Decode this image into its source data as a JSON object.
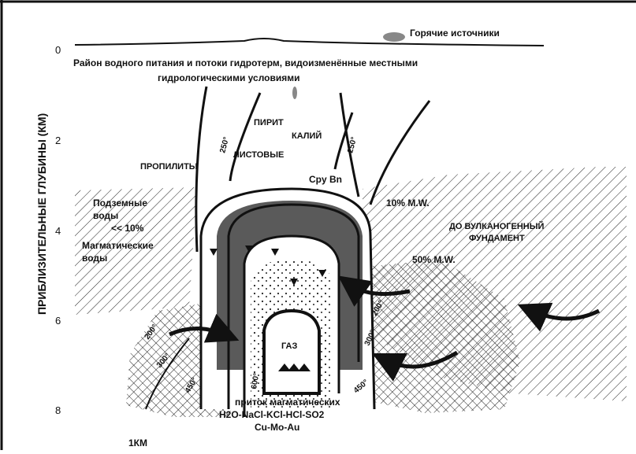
{
  "colors": {
    "ink": "#111111",
    "dark_fill": "#5a5a5a",
    "hatch": "#222222"
  },
  "axis": {
    "title": "ПРИБЛИЗИТЕЛЬНЫЕ ГЛУБИНЫ (КМ)",
    "ticks": [
      "0",
      "2",
      "4",
      "6",
      "8"
    ],
    "scale_label": "1КМ"
  },
  "labels": {
    "hot_springs": "Горячие источники",
    "header_line1": "Район водного питания и потоки гидротерм, видоизменённые местными",
    "header_line2": "гидрологическими условиями",
    "pyrite": "ПИРИТ",
    "potassium": "КАЛИЙ",
    "sheets": "ЛИСТОВЫЕ",
    "propylites": "ПРОПИЛИТЫ",
    "cpy_bn": "Cpy Bn",
    "groundwater_1": "Подземные",
    "groundwater_2": "воды",
    "groundwater_3": "<< 10%",
    "magmatic_1": "Магматические",
    "magmatic_2": "воды",
    "mw10": "10% M.W.",
    "mw50": "50% M.W.",
    "basement_1": "ДО ВУЛКАНОГЕННЫЙ",
    "basement_2": "ФУНДАМЕНТ",
    "gas": "ГАЗ",
    "inflow_1": "приток магматических",
    "inflow_2": "H2O-NaCl-KCl-HCl-SO2",
    "inflow_3": "Cu-Mo-Au"
  },
  "isotherms": {
    "t250a": "250°",
    "t250b": "250°",
    "t200a": "200°",
    "t200b": "200°",
    "t300a": "300°",
    "t300b": "300°",
    "t450a": "450°",
    "t450b": "450°",
    "t600": "600°"
  }
}
